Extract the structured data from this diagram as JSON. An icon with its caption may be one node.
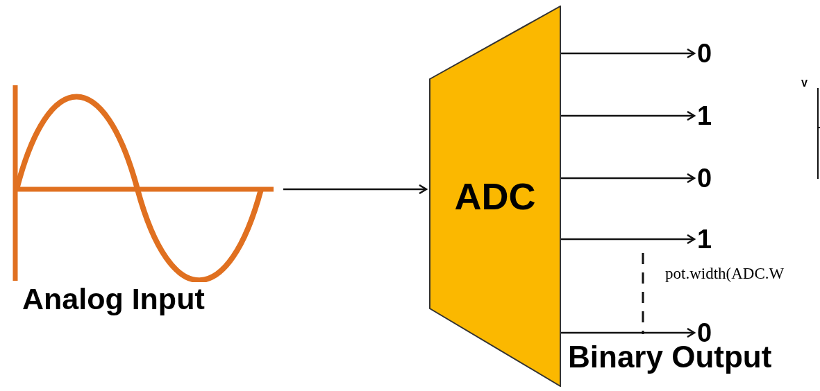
{
  "diagram": {
    "nodes": [
      {
        "text": [
          "Analog Input"
        ]
      },
      {
        "text": [
          "ADC"
        ]
      },
      {
        "text": [
          "0"
        ]
      },
      {
        "text": [
          "1"
        ]
      },
      {
        "text": [
          "0"
        ]
      },
      {
        "text": [
          "1"
        ]
      },
      {
        "text": [
          "0"
        ]
      }
    ],
    "edges": [
      {
        "from": 0,
        "to": 1,
        "arrow": "to"
      },
      {
        "from": 1,
        "to": 2,
        "arrow": "to"
      },
      {
        "from": 1,
        "to": 3,
        "arrow": "to"
      },
      {
        "from": 1,
        "to": 4,
        "arrow": "to"
      },
      {
        "from": 1,
        "to": 5,
        "arrow": "to"
      },
      {
        "from": 1,
        "to": 6,
        "arrow": "to"
      }
    ],
    "labels": [
      "Binary Output",
      "V",
      "pot.width(ADC.W"
    ]
  }
}
